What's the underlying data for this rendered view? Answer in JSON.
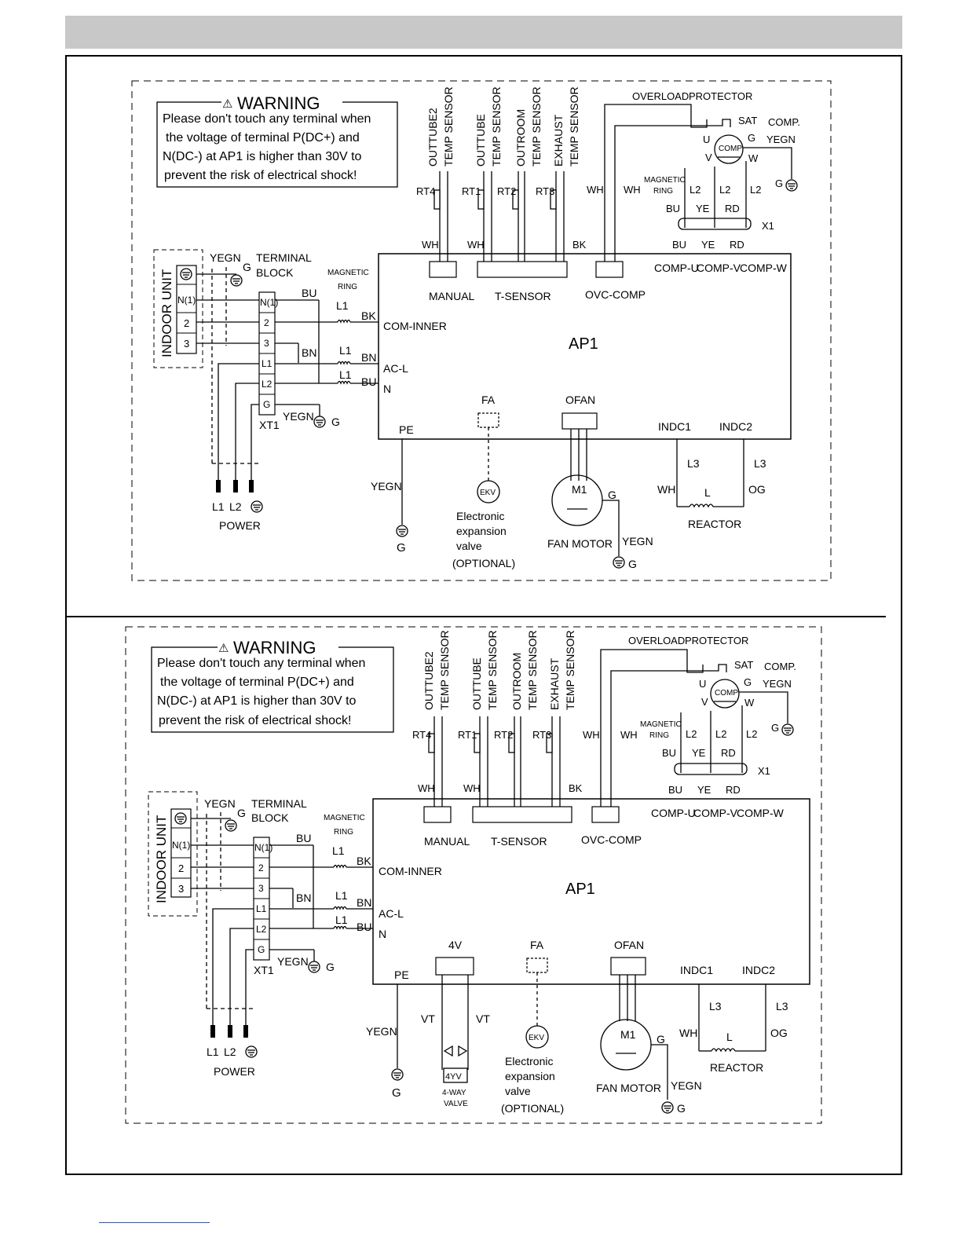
{
  "warning": {
    "title": "WARNING",
    "symbol": "⚠",
    "lines": [
      "Please don't touch any terminal when",
      "the voltage of terminal P(DC+) and",
      "N(DC-) at AP1 is higher than 30V to",
      "prevent the risk of electrical shock!"
    ]
  },
  "sensors": {
    "outtube2": [
      "OUTTUBE2",
      "TEMP SENSOR"
    ],
    "outtube": [
      "OUTTUBE",
      "TEMP SENSOR"
    ],
    "outroom": [
      "OUTROOM",
      "TEMP SENSOR"
    ],
    "exhaust": [
      "EXHAUST",
      "TEMP SENSOR"
    ],
    "rt4": "RT4",
    "rt1": "RT1",
    "rt2": "RT2",
    "rt3": "RT3"
  },
  "compressor": {
    "overload": "OVERLOAD",
    "protector": "PROTECTOR",
    "sat": "SAT",
    "comp_label": "COMP.",
    "yegn": "YEGN",
    "comp": "COMP",
    "u": "U",
    "v": "V",
    "w": "W",
    "g": "G",
    "magnetic": "MAGNETIC",
    "ring": "RING",
    "l2": "L2",
    "bu": "BU",
    "ye": "YE",
    "rd": "RD",
    "x1": "X1",
    "comp_u": "COMP-U",
    "comp_v": "COMP-V",
    "comp_w": "COMP-W"
  },
  "board": {
    "ap1": "AP1",
    "manual": "MANUAL",
    "tsensor": "T-SENSOR",
    "ovc": "OVC-COMP",
    "com_inner": "COM-INNER",
    "acl": "AC-L",
    "n": "N",
    "pe": "PE",
    "fa": "FA",
    "ofan": "OFAN",
    "fourv": "4V",
    "indc1": "INDC1",
    "indc2": "INDC2"
  },
  "wires": {
    "wh": "WH",
    "bk": "BK",
    "bu": "BU",
    "bn": "BN",
    "yegn": "YEGN",
    "og": "OG",
    "vt": "VT"
  },
  "indoor": {
    "label": "INDOOR UNIT",
    "n1": "N(1)",
    "t2": "2",
    "t3": "3"
  },
  "terminal": {
    "terminal": "TERMINAL",
    "block": "BLOCK",
    "yegn": "YEGN",
    "g": "G",
    "n1": "N(1)",
    "t2": "2",
    "t3": "3",
    "l1": "L1",
    "l2": "L2",
    "tg": "G",
    "xt1": "XT1",
    "magnetic": "MAGNETIC",
    "ring": "RING",
    "l1_coil": "L1"
  },
  "power": {
    "l1": "L1",
    "l2": "L2",
    "label": "POWER"
  },
  "loads": {
    "ekv": "EKV",
    "ekv_lines": [
      "Electronic",
      "expansion",
      "valve",
      "(OPTIONAL)"
    ],
    "m1": "M1",
    "fan_motor": "FAN MOTOR",
    "g": "G",
    "yegn": "YEGN",
    "reactor": "REACTOR",
    "l": "L",
    "l3": "L3",
    "fouryv": "4YV",
    "fourway": [
      "4-WAY",
      "VALVE"
    ]
  }
}
